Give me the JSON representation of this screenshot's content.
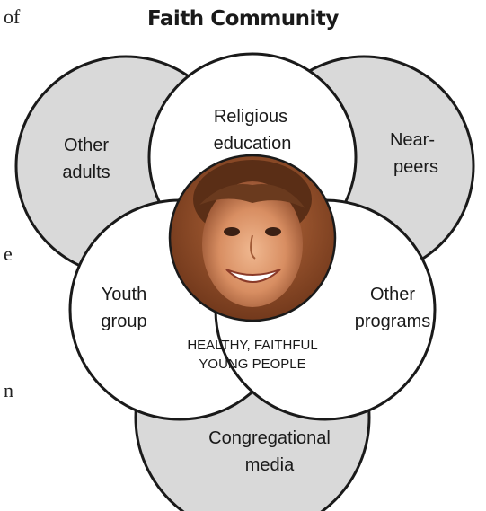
{
  "title": "Faith Community",
  "margin_fragments": [
    "of",
    "e",
    "n"
  ],
  "circles": {
    "other_adults": [
      "Other",
      "adults"
    ],
    "near_peers": [
      "Near-",
      "peers"
    ],
    "religious_education": [
      "Religious",
      "education"
    ],
    "youth_group": [
      "Youth",
      "group"
    ],
    "other_programs": [
      "Other",
      "programs"
    ],
    "congregational_media": [
      "Congregational",
      "media"
    ]
  },
  "center_label": [
    "HEALTHY, FAITHFUL",
    "YOUNG PEOPLE"
  ],
  "photo": "child-portrait",
  "colors": {
    "outer_fill": "#d9d9d9",
    "inner_fill": "#ffffff",
    "stroke": "#1a1a1a",
    "photo_bg": "#8a4a2a"
  }
}
